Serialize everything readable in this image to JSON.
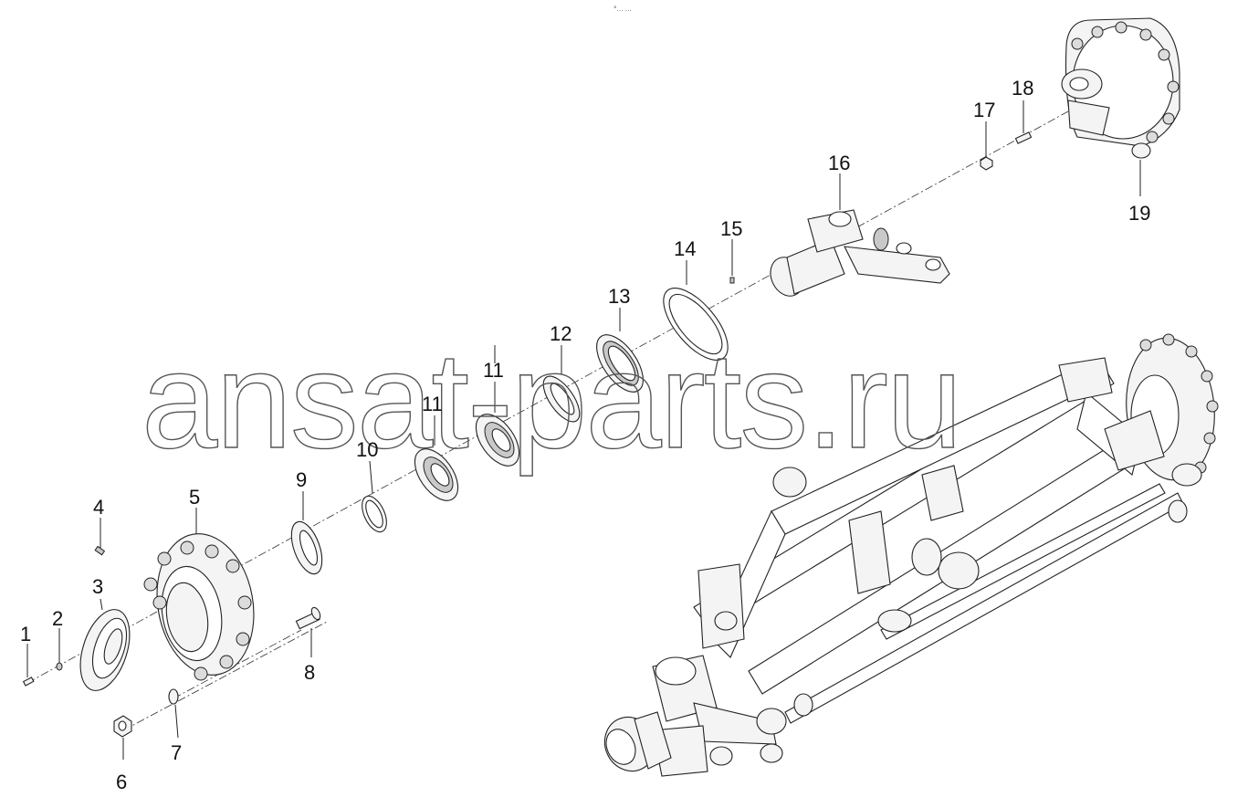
{
  "top_hint": "°… …",
  "watermark": "ansat-parts.ru",
  "callouts": [
    "1",
    "2",
    "3",
    "4",
    "5",
    "6",
    "7",
    "8",
    "9",
    "10",
    "11",
    "11",
    "12",
    "13",
    "14",
    "15",
    "16",
    "17",
    "18",
    "19"
  ]
}
